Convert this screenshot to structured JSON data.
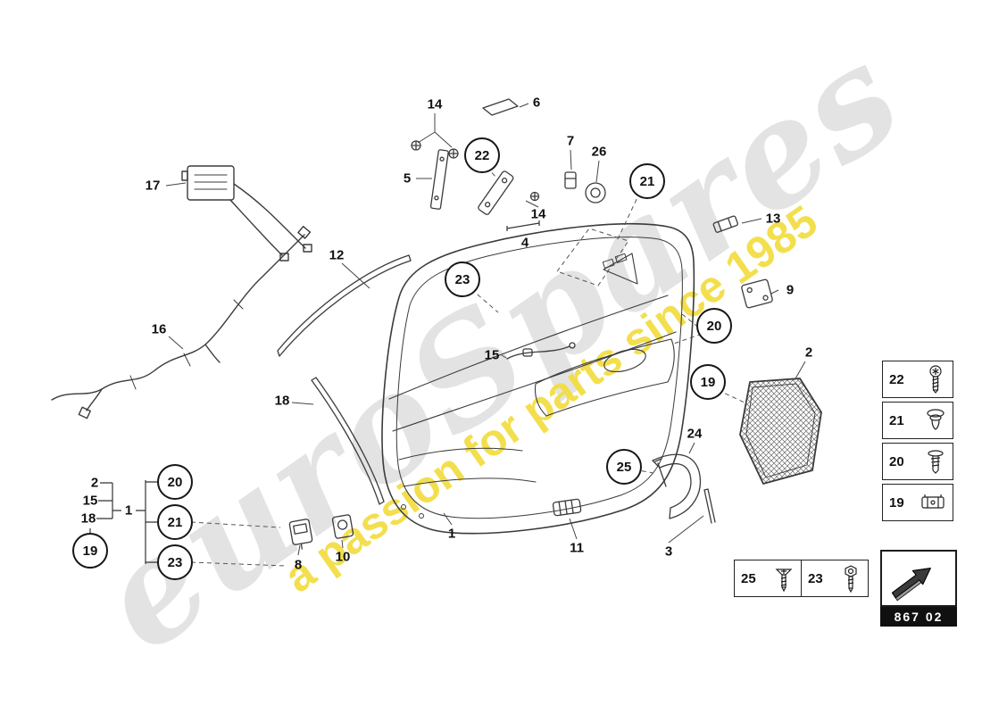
{
  "watermark": {
    "brand": "euroSpares",
    "tagline": "a passion for parts since 1985"
  },
  "callouts": {
    "plain": [
      {
        "label": "14"
      },
      {
        "label": "6"
      },
      {
        "label": "5"
      },
      {
        "label": "7"
      },
      {
        "label": "26"
      },
      {
        "label": "14"
      },
      {
        "label": "4"
      },
      {
        "label": "13"
      },
      {
        "label": "12"
      },
      {
        "label": "9"
      },
      {
        "label": "15"
      },
      {
        "label": "2"
      },
      {
        "label": "18"
      },
      {
        "label": "24"
      },
      {
        "label": "16"
      },
      {
        "label": "17"
      },
      {
        "label": "2"
      },
      {
        "label": "15"
      },
      {
        "label": "18"
      },
      {
        "label": "1"
      },
      {
        "label": "8"
      },
      {
        "label": "10"
      },
      {
        "label": "1"
      },
      {
        "label": "11"
      },
      {
        "label": "3"
      }
    ],
    "circled": [
      {
        "label": "22"
      },
      {
        "label": "21"
      },
      {
        "label": "23"
      },
      {
        "label": "20"
      },
      {
        "label": "19"
      },
      {
        "label": "25"
      },
      {
        "label": "20"
      },
      {
        "label": "21"
      },
      {
        "label": "23"
      },
      {
        "label": "19"
      }
    ]
  },
  "legend": {
    "right_column": [
      {
        "label": "22",
        "icon": "torx-screw-icon"
      },
      {
        "label": "21",
        "icon": "grommet-icon"
      },
      {
        "label": "20",
        "icon": "expanding-rivet-icon"
      },
      {
        "label": "19",
        "icon": "retainer-clip-icon"
      }
    ],
    "bottom_row": [
      {
        "label": "25",
        "icon": "countersunk-screw-icon"
      },
      {
        "label": "23",
        "icon": "hex-screw-icon"
      }
    ],
    "part_code": "867 02"
  },
  "colors": {
    "line": "#3b3b3b",
    "accent_yellow": "#f3dd3f",
    "watermark_gray": "#e3e3e3",
    "code_bar_bg": "#101010"
  }
}
